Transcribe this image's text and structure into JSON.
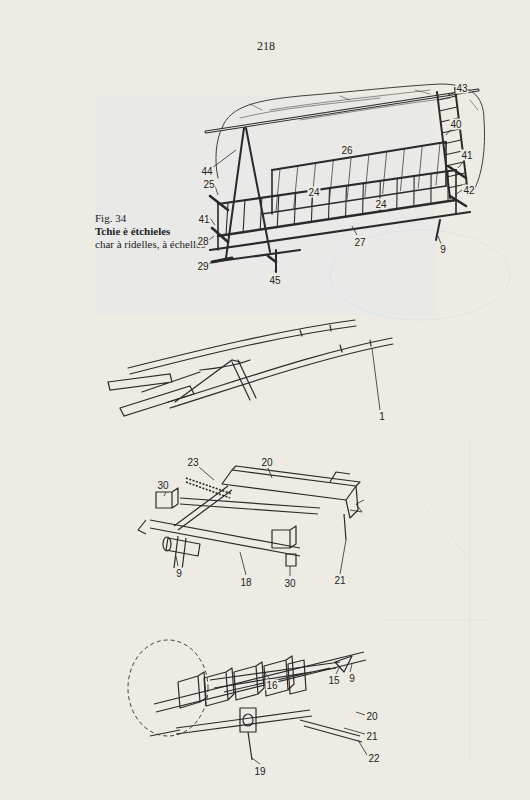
{
  "diagram": {
    "labels": [
      "218",
      "Fig. 34",
      "Tchie è étchieles",
      "char à ridelles, à échelles",
      "43",
      "40",
      "44",
      "26",
      "41",
      "24",
      "25",
      "42",
      "24",
      "41",
      "28",
      "27",
      "9",
      "29",
      "45",
      "1",
      "23",
      "20",
      "30",
      "9",
      "18",
      "30",
      "21",
      "16",
      "15",
      "9",
      "20",
      "21",
      "22",
      "19"
    ]
  }
}
